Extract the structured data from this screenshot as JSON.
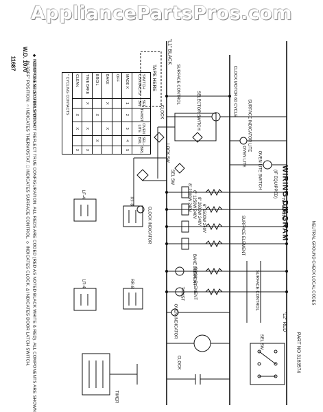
{
  "watermark": "AppliancePartsPros.com",
  "diagram": {
    "title": "WIRING DIAGRAM",
    "part_no": "PART NO 3163574",
    "wd": "W.D. 1070",
    "wd_code": "11687",
    "lines": {
      "l1": "\"L1\" BLACK",
      "n": "\"N\" WHITE",
      "l2": "\"L2\" RED"
    },
    "neutral": "NEUTRAL GROUND CHECK LOCAL CODES",
    "labels": {
      "clock_motor": "CLOCK MOTOR 60 CYCLE",
      "oven_lite": "OVEN LITE",
      "surface_control": "SURFACE CONTROL",
      "surface_control2": "SURFACE CONTROL",
      "surface_indicator": "SURFACE INDICATOR LITE",
      "selector_switch": "SELECTOR SWITCH",
      "clock": "CLOCK",
      "clock_indicator": "CLOCK INDICATOR",
      "timer": "TIMER",
      "lock_sw": "LOCK SW",
      "oven_indicator": "OVEN INDICATOR",
      "bake_element": "BAKE ELEMENT",
      "broil_element": "BROIL ELEMENT",
      "surface_element": "SURFACE ELEMENT",
      "oven_switch": "OVEN LITE SWITCH",
      "tape_here": "TAPE HERE",
      "sel_sw": "SEL SW",
      "thermostat": "THMST",
      "if_equipped": "(IF EQUIPPED)"
    },
    "element_ratings": [
      "8\" 2100W 240V",
      "6\" 1250W 240V",
      "8\" 2600W 240V",
      "6\" 1500W 240V"
    ],
    "surface_controls": [
      "LF-4",
      "LR-4",
      "RF-8",
      "RR-8"
    ],
    "table": {
      "header": [
        "SWITCH CONTACTS",
        "SEL SW",
        "THMST",
        "OVEN LITE",
        "SEL-BRL",
        "BRL"
      ],
      "rows": [
        [
          "MADE X",
          "1",
          "2",
          "3",
          "4",
          "5"
        ],
        [
          "OFF",
          "",
          "",
          "",
          "",
          ""
        ],
        [
          "BAKE",
          "X",
          "",
          "X",
          "",
          ""
        ],
        [
          "BROIL",
          "",
          "X",
          "",
          "X",
          ""
        ],
        [
          "TIME BAKE",
          "X",
          "",
          "X",
          "",
          "X"
        ],
        [
          "CLEAN",
          "",
          "X",
          "X",
          "",
          "X"
        ]
      ],
      "footer": "* CYCLING CONTACTS"
    },
    "notes": [
      "COMPONENT SYMBOLS DO NOT REFLECT TRUE CONFIGURATION. ALL REDS ARE CODED (RED AS NOTED BLACK WHITE & RED). ALL COMPONENTS ARE SHOWN",
      "IN \"OFF\" POSITION. ○ INDICATES THERMOSTAT. □ INDICATES SURFACE CONTROL. ◇ INDICATES CLOCK. ∆ INDICATES DOOR LATCH SWITCH.",
      "◆ INDICATES SELECTOR SWITCH"
    ]
  }
}
